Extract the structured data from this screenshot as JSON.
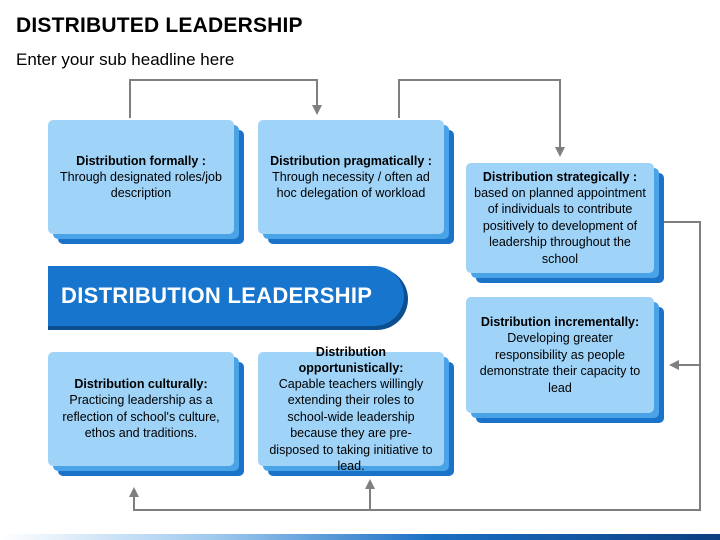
{
  "title": "DISTRIBUTED LEADERSHIP",
  "subtitle": "Enter your sub headline here",
  "banner": "DISTRIBUTION LEADERSHIP",
  "cards": {
    "formally": {
      "heading": "Distribution formally :",
      "body": "Through designated roles/job description"
    },
    "pragmatically": {
      "heading": "Distribution pragmatically :",
      "body": "Through necessity / often ad hoc delegation of workload"
    },
    "strategically": {
      "heading": "Distribution strategically :",
      "body": "based on planned appointment of individuals to contribute  positively to development of leadership throughout the school"
    },
    "incrementally": {
      "heading": "Distribution incrementally:",
      "body": "Developing greater responsibility as people demonstrate their capacity to lead"
    },
    "culturally": {
      "heading": "Distribution culturally:",
      "body": "Practicing leadership as a reflection of school's culture, ethos and traditions."
    },
    "opportunistically": {
      "heading": "Distribution opportunistically:",
      "body": "Capable teachers willingly extending their roles to school-wide leadership because they are pre-disposed to taking initiative to lead."
    }
  },
  "colors": {
    "card_face": "#9fd3f8",
    "card_mid": "#4aa3e6",
    "card_back": "#1a73c8",
    "banner": "#1875cd",
    "arrow": "#7f7f7f"
  }
}
